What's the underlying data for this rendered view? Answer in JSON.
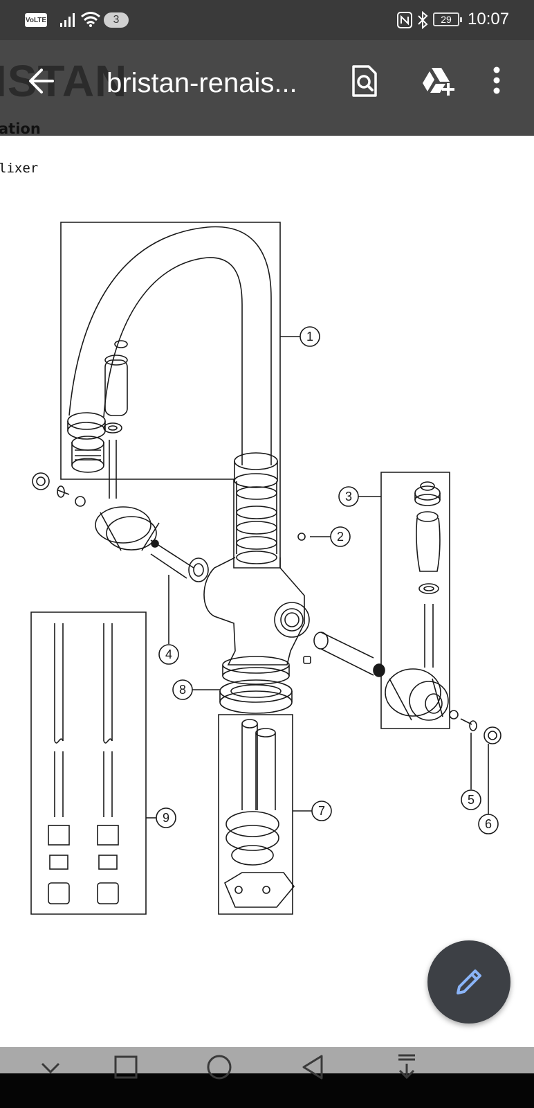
{
  "status_bar": {
    "volte": "VoLTE",
    "notification_count": "3",
    "battery": "29",
    "time": "10:07"
  },
  "app_bar": {
    "background_logo_text": "ISTAN",
    "title": "bristan-renais..."
  },
  "document": {
    "heading_fragment": "ation",
    "subheading_fragment": "lixer",
    "callouts": [
      "1",
      "2",
      "3",
      "4",
      "5",
      "6",
      "7",
      "8",
      "9"
    ]
  },
  "colors": {
    "status_bar": "#3a3a3a",
    "fab": "#3d4045",
    "fab_icon": "#8ab4f8",
    "nav_grey": "#a9a9a9"
  },
  "icons": {
    "back": "arrow-left-icon",
    "find": "find-in-document-icon",
    "drive": "add-to-drive-icon",
    "more": "more-vert-icon",
    "fab": "pencil-icon"
  }
}
